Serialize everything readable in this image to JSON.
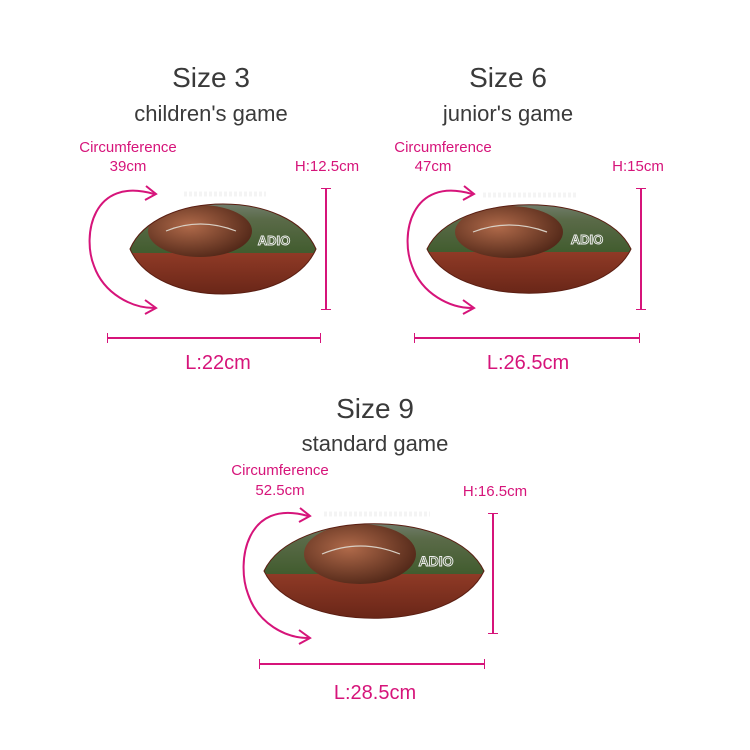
{
  "sizes": [
    {
      "title": "Size 3",
      "subtitle": "children's game",
      "circumference_label": "Circumference",
      "circumference_value": "39cm",
      "height": "H:12.5cm",
      "length": "L:22cm"
    },
    {
      "title": "Size 6",
      "subtitle": "junior's game",
      "circumference_label": "Circumference",
      "circumference_value": "47cm",
      "height": "H:15cm",
      "length": "L:26.5cm"
    },
    {
      "title": "Size 9",
      "subtitle": "standard game",
      "circumference_label": "Circumference",
      "circumference_value": "52.5cm",
      "height": "H:16.5cm",
      "length": "L:28.5cm"
    }
  ],
  "ball_logo": "ADIO",
  "colors": {
    "accent": "#d6147a",
    "text": "#3a3a3a",
    "leather": "#7a2a1c"
  }
}
